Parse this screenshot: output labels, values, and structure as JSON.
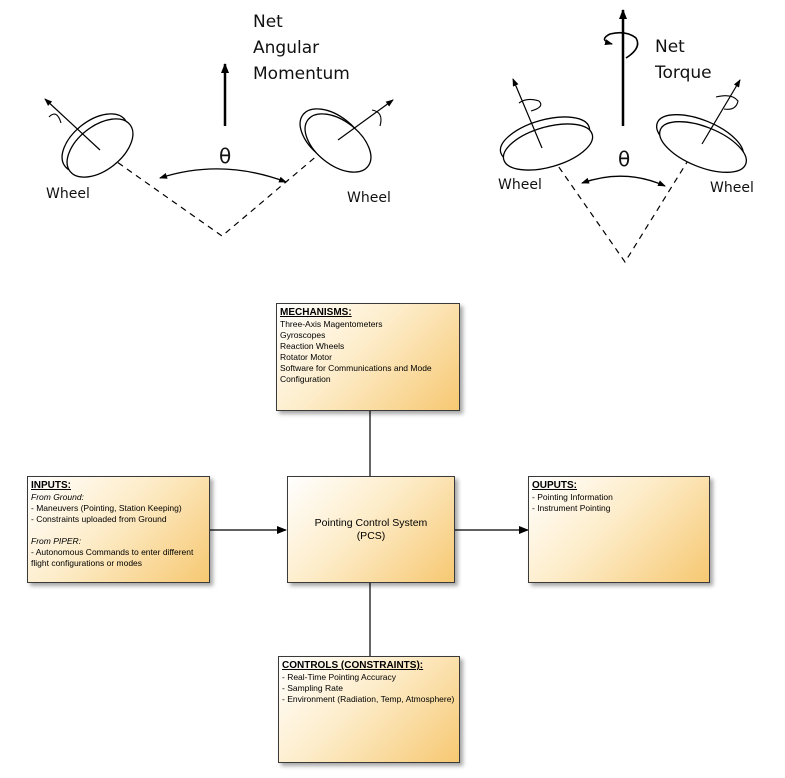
{
  "left_figure": {
    "vector_label_lines": [
      "Net",
      "Angular",
      "Momentum"
    ],
    "angle_symbol": "θ",
    "left_wheel_label": "Wheel",
    "right_wheel_label": "Wheel"
  },
  "right_figure": {
    "vector_label_lines": [
      "Net",
      "Torque"
    ],
    "angle_symbol": "θ",
    "left_wheel_label": "Wheel",
    "right_wheel_label": "Wheel"
  },
  "mechanisms": {
    "title": "MECHANISMS:",
    "items": [
      "Three-Axis Magentometers",
      "Gyroscopes",
      "Reaction Wheels",
      "Rotator Motor",
      "Software for Communications and Mode Configuration"
    ]
  },
  "inputs": {
    "title": "INPUTS:",
    "ground_heading": "From Ground:",
    "ground_items": [
      "- Maneuvers (Pointing, Station Keeping)",
      "- Constraints uploaded from Ground"
    ],
    "piper_heading": "From PIPER:",
    "piper_items": [
      "- Autonomous Commands to enter different flight configurations or modes"
    ]
  },
  "center": {
    "line1": "Pointing Control System",
    "line2": "(PCS)"
  },
  "outputs": {
    "title": "OUPUTS:",
    "items": [
      "- Pointing Information",
      "- Instrument Pointing"
    ]
  },
  "controls": {
    "title": "CONTROLS (CONSTRAINTS):",
    "items": [
      "- Real-Time Pointing Accuracy",
      "- Sampling Rate",
      "- Environment (Radiation, Temp, Atmosphere)"
    ]
  },
  "colors": {
    "box_gradient_light": "#fdecc8",
    "box_gradient_dark": "#f6c872",
    "line": "#000000"
  }
}
